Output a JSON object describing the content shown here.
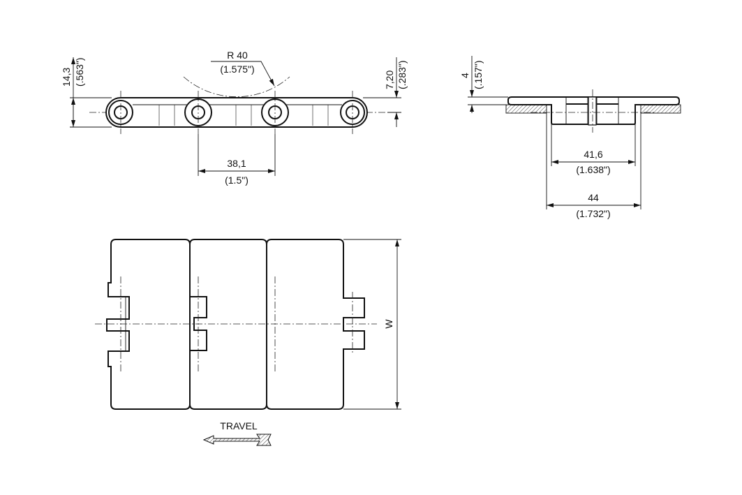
{
  "side_view": {
    "height_mm": "14,3",
    "height_in": "(.563\")",
    "radius_mm": "R 40",
    "radius_in": "(1.575\")",
    "pin_height_mm": "7,20",
    "pin_height_in": "(.283\")",
    "pitch_mm": "38,1",
    "pitch_in": "(1.5\")"
  },
  "end_view": {
    "thickness_mm": "4",
    "thickness_in": "(.157\")",
    "inner_width_mm": "41,6",
    "inner_width_in": "(1.638\")",
    "outer_width_mm": "44",
    "outer_width_in": "(1.732\")"
  },
  "plan_view": {
    "width_label": "W",
    "travel_label": "TRAVEL"
  }
}
